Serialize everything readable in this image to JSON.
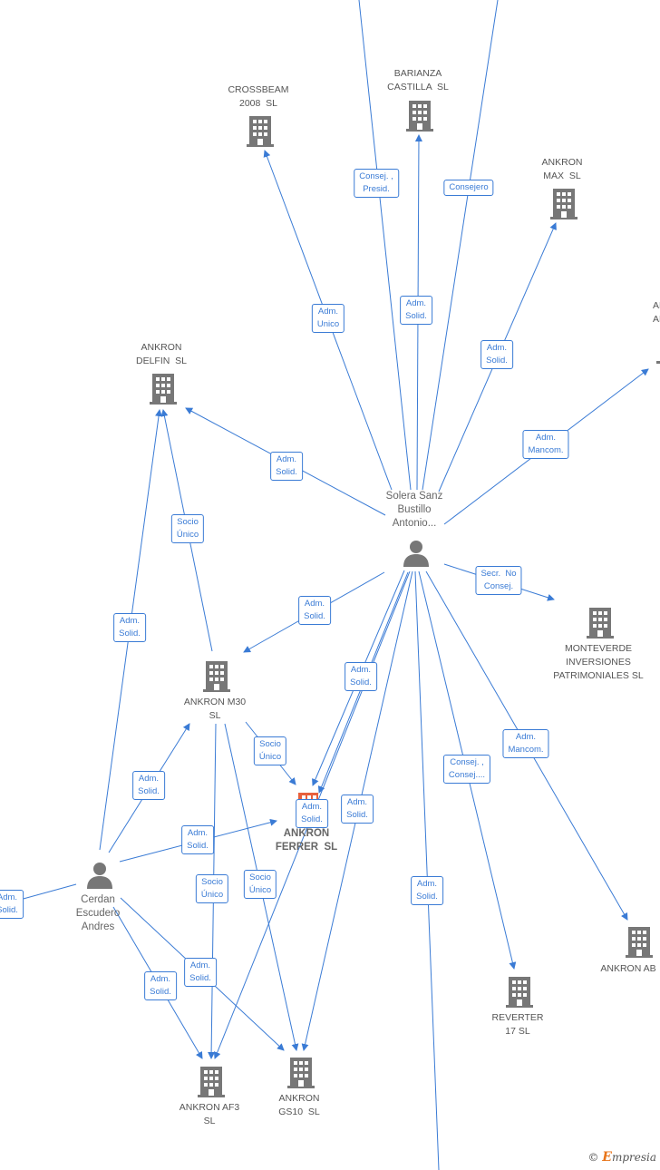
{
  "companies": {
    "crossbeam": "CROSSBEAM\n2008  SL",
    "barianza": "BARIANZA\nCASTILLA  SL",
    "ankron_max": "ANKRON\nMAX  SL",
    "ankron_cut": "AN\nANI",
    "ankron_delfin": "ANKRON\nDELFIN  SL",
    "monteverde": "MONTEVERDE\nINVERSIONES\nPATRIMONIALES SL",
    "ankron_m30": "ANKRON M30\nSL",
    "ankron_ferrer": "ANKRON\nFERRER  SL",
    "ankron_ab": "ANKRON AB",
    "reverter": "REVERTER\n17 SL",
    "ankron_af3": "ANKRON AF3\nSL",
    "ankron_gs10": "ANKRON\nGS10  SL"
  },
  "persons": {
    "solera": "Solera Sanz\nBustillo\nAntonio...",
    "cerdan": "Cerdan\nEscudero\nAndres"
  },
  "labels": {
    "consej_presid": "Consej. ,\nPresid.",
    "consejero": "Consejero",
    "adm_unico_crossbeam": "Adm.\nUnico",
    "adm_solid_barianza": "Adm.\nSolid.",
    "adm_solid_max": "Adm.\nSolid.",
    "adm_mancom_ani": "Adm.\nMancom.",
    "adm_solid_delfin": "Adm.\nSolid.",
    "socio_unico_delfin": "Socio\nÚnico",
    "adm_solid_cerdan_delfin": "Adm.\nSolid.",
    "secr_no_consej": "Secr.  No\nConsej.",
    "adm_solid_m30": "Adm.\nSolid.",
    "adm_solid_ferrer_a": "Adm.\nSolid.",
    "adm_solid_ferrer_b": "Adm.\nSolid.",
    "adm_mancom_ab": "Adm.\nMancom.",
    "consej_reverter": "Consej. ,\nConsej....",
    "socio_unico_ferrer": "Socio\nÚnico",
    "adm_solid_cerdan_m30": "Adm.\nSolid.",
    "adm_solid_cerdan_ferrer": "Adm.\nSolid.",
    "adm_solid_gs10_from_solera": "Adm.\nSolid.",
    "adm_solid_down": "Adm.\nSolid.",
    "socio_unico_af3": "Socio\nÚnico",
    "socio_unico_gs10": "Socio\nÚnico",
    "adm_solid_left_edge": "Adm.\nSolid.",
    "adm_solid_cerdan_gs10": "Adm.\nSolid.",
    "adm_solid_cerdan_af3": "Adm.\nSolid."
  },
  "colors": {
    "edge": "#3a7bd5",
    "node": "#777777",
    "focus": "#e8603c"
  },
  "icons": {
    "company": "building-icon",
    "person": "person-icon"
  },
  "brand": {
    "copyright": "©",
    "e": "E",
    "rest": "mpresia"
  }
}
